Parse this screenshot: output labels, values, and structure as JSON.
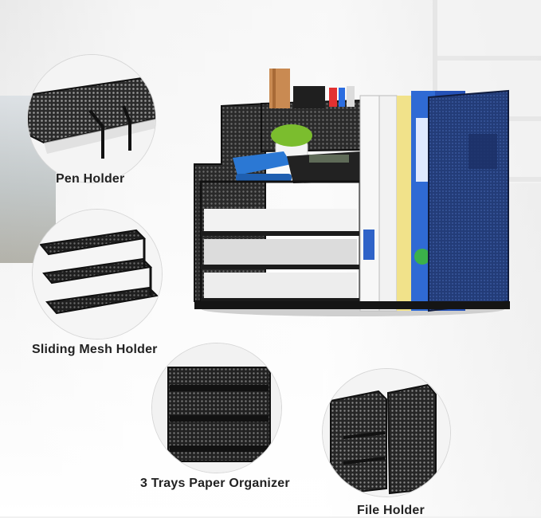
{
  "labels": {
    "pen_holder": "Pen Holder",
    "sliding_mesh_holder": "Sliding Mesh Holder",
    "three_trays_paper_organizer": "3 Trays Paper Organizer",
    "file_holder": "File Holder"
  },
  "colors": {
    "mesh": "#1e1e1e",
    "binder_blue": "#2f63c8",
    "binder_dark": "#243d7a",
    "stapler": "#2b78d4",
    "label_text": "#222222"
  }
}
